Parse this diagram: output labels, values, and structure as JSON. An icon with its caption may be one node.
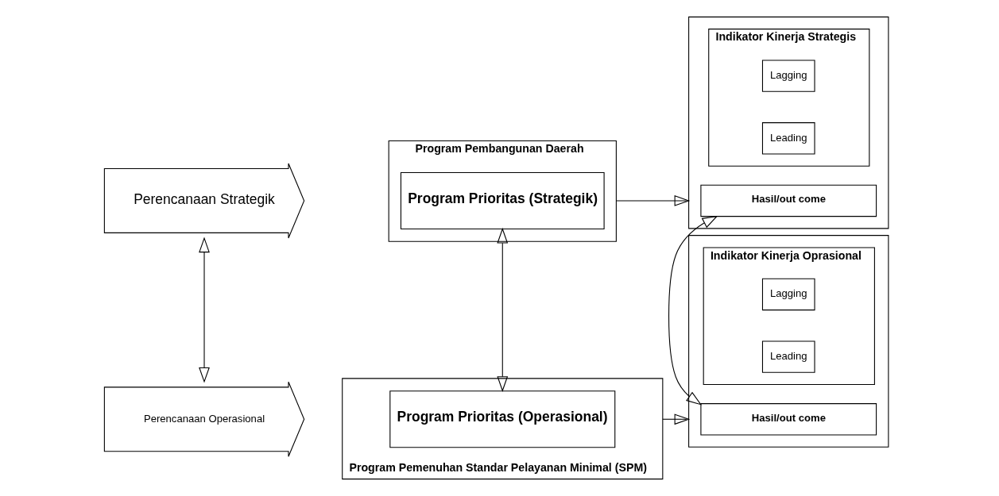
{
  "diagram": {
    "nodes": [
      {
        "text": [
          "Perencanaan Strategik"
        ]
      },
      {
        "text": [
          "Program Pembangunan Daerah"
        ]
      },
      {
        "text": [
          "Program Prioritas (Strategik)"
        ],
        "in": 1
      },
      {
        "text": [],
        "shape": "box"
      },
      {
        "text": [
          "Hasil/out come"
        ],
        "in": 3
      },
      {
        "text": [
          "Indikator Kinerja Strategis"
        ],
        "in": 3
      },
      {
        "text": [
          "Lagging"
        ],
        "in": 5
      },
      {
        "text": [
          "Leading"
        ],
        "in": 5
      },
      {
        "text": [
          "Perencanaan Operasional"
        ]
      },
      {
        "text": [
          "Program Pemenuhan Standar Pelayanan Minimal (SPM)"
        ]
      },
      {
        "text": [
          "Program Prioritas (Operasional)"
        ],
        "in": 9
      },
      {
        "text": [],
        "shape": "box"
      },
      {
        "text": [
          "Hasil/out come"
        ],
        "in": 11
      },
      {
        "text": [
          "Indikator Kinerja Oprasional"
        ],
        "in": 11
      },
      {
        "text": [
          "Lagging"
        ],
        "in": 13
      },
      {
        "text": [
          "Leading"
        ],
        "in": 13
      }
    ],
    "edges": [
      {
        "from": 1,
        "to": 3,
        "arrow": "to"
      },
      {
        "from": 9,
        "to": 11,
        "arrow": "to"
      },
      {
        "from": 8,
        "to": 0,
        "arrow": "both"
      },
      {
        "from": 9,
        "to": 1,
        "arrow": "both"
      },
      {
        "from": 11,
        "to": 3,
        "arrow": "both"
      }
    ]
  }
}
